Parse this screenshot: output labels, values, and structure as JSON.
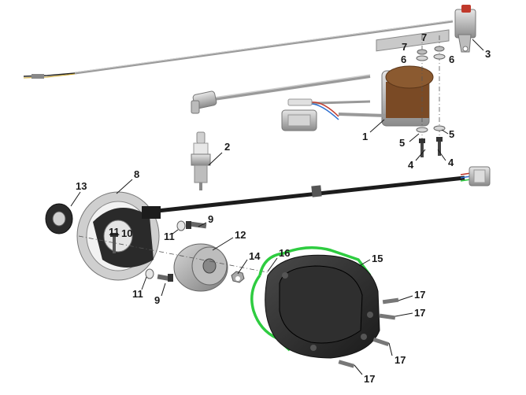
{
  "callouts": {
    "c1": "1",
    "c2": "2",
    "c3": "3",
    "c4a": "4",
    "c4b": "4",
    "c5a": "5",
    "c5b": "5",
    "c6a": "6",
    "c6b": "6",
    "c7a": "7",
    "c7b": "7",
    "c8": "8",
    "c9a": "9",
    "c9b": "9",
    "c10": "10",
    "c11a": "11",
    "c11b": "11",
    "c11c": "11",
    "c12": "12",
    "c13": "13",
    "c14": "14",
    "c15": "15",
    "c16": "16",
    "c17a": "17",
    "c17b": "17",
    "c17c": "17",
    "c17d": "17"
  },
  "colors": {
    "gasket": "#2ecc40",
    "cover": "#2b2b2b",
    "coil": "#7a4a25",
    "metal": "#b8b8b8",
    "wire_red": "#c0392b",
    "wire_blue": "#2e6fd0"
  }
}
